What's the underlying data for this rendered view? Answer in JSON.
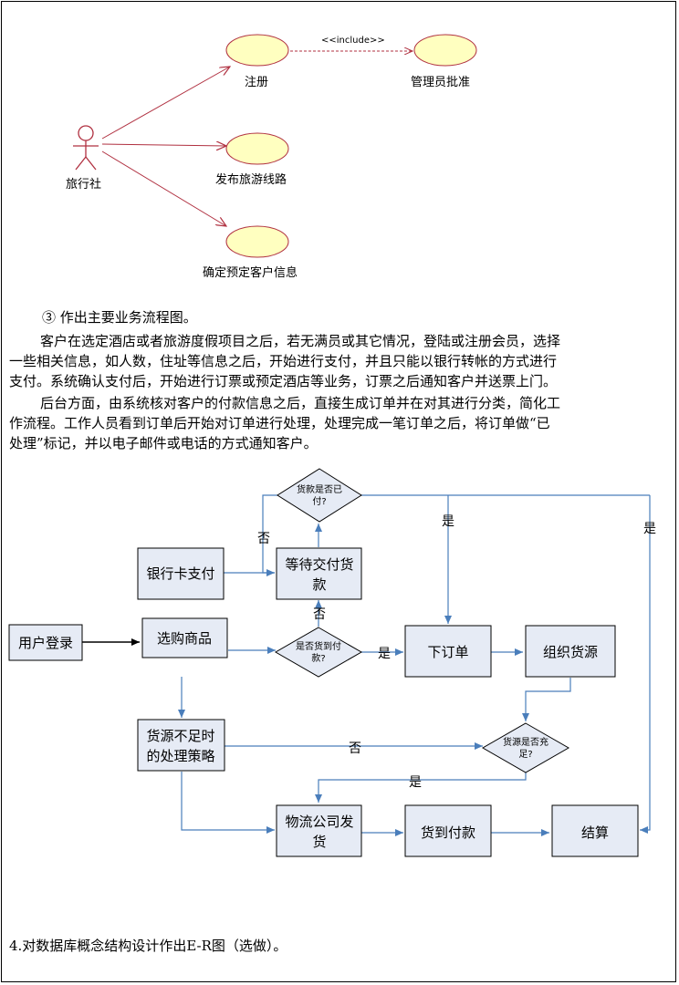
{
  "usecase": {
    "actor": "旅行社",
    "include_label": "<<include>>",
    "uc_register": "注册",
    "uc_admin": "管理员批准",
    "uc_publish": "发布旅游线路",
    "uc_confirm": "确定预定客户信息"
  },
  "section": {
    "heading": "③ 作出主要业务流程图。",
    "para1_lines": [
      "客户在选定酒店或者旅游度假项目之后，若无满员或其它情况，登陆或注册会员，选择",
      "一些相关信息，如人数，住址等信息之后，开始进行支付，并且只能以银行转帐的方式进行",
      "支付。系统确认支付后，开始进行订票或预定酒店等业务，订票之后通知客户并送票上门。"
    ],
    "para2_lines": [
      "后台方面，由系统核对客户的付款信息之后，直接生成订单并在对其进行分类，简化工",
      "作流程。工作人员看到订单后开始对订单进行处理，处理完成一笔订单之后，将订单做“已",
      "处理”标记，并以电子邮件或电话的方式通知客户。"
    ]
  },
  "flow": {
    "user_login": "用户登录",
    "shop": "选购商品",
    "bank_pay": "银行卡支付",
    "wait_pay": [
      "等待交付货",
      "款"
    ],
    "paid_q": [
      "货款是否已",
      "付?"
    ],
    "cod_q": [
      "是否货到付",
      "款?"
    ],
    "place_order": "下订单",
    "organize": "组织货源",
    "shortage": [
      "货源不足时",
      "的处理策略"
    ],
    "enough_q": [
      "货源是否充",
      "足?"
    ],
    "logistics": [
      "物流公司发",
      "货"
    ],
    "cod": "货到付款",
    "settle": "结算",
    "yes": "是",
    "no": "否"
  },
  "footer": "4.对数据库概念结构设计作出E-R图（选做）。",
  "colors": {
    "usecase_fill": "#ffffc0",
    "usecase_arrow": "#b03040",
    "flow_box": "#e6ebf5",
    "flow_line": "#4a7ebb"
  }
}
